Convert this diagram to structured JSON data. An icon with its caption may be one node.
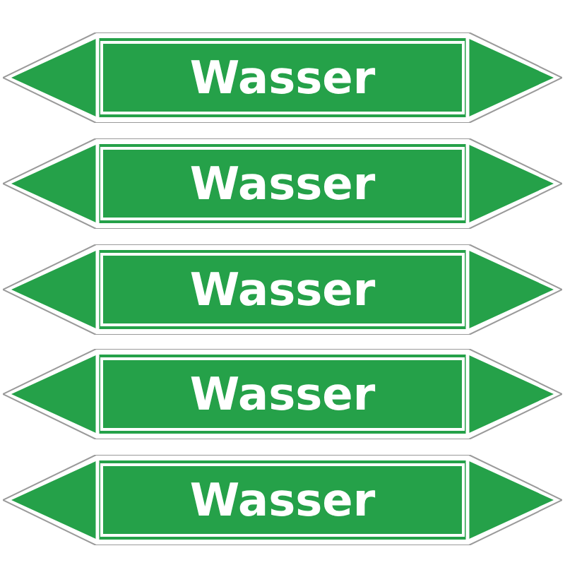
{
  "diagram": {
    "nodes": [
      {
        "text": [
          "Wasser"
        ]
      },
      {
        "text": [
          "Wasser"
        ]
      },
      {
        "text": [
          "Wasser"
        ]
      },
      {
        "text": [
          "Wasser"
        ]
      },
      {
        "text": [
          "Wasser"
        ]
      }
    ]
  }
}
